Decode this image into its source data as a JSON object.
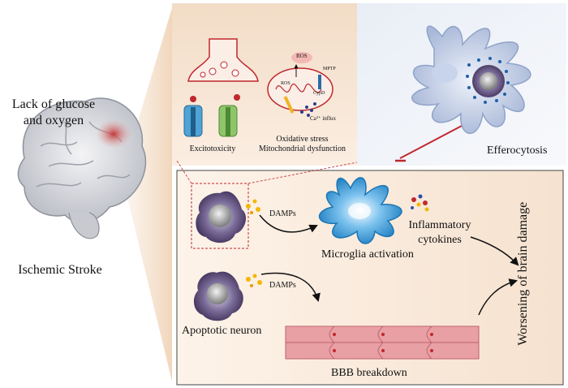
{
  "left": {
    "cause_line1": "Lack of glucose",
    "cause_line2": "and oxygen",
    "stroke": "Ischemic Stroke"
  },
  "top_panel": {
    "excitotoxicity": "Excitotoxicity",
    "oxidative_stress": "Oxidative stress",
    "mito_dysfunction": "Mitochondrial dysfunction",
    "ros": "ROS",
    "mptp": "MPTP",
    "cyd": "CypD",
    "ros_small": "ROS",
    "ca_influx": "Ca²⁺ influx"
  },
  "efferocytosis": "Efferocytosis",
  "main_panel": {
    "damps_1": "DAMPs",
    "damps_2": "DAMPs",
    "microglia": "Microglia activation",
    "cytokines_line1": "Inflammatory",
    "cytokines_line2": "cytokines",
    "apoptotic": "Apoptotic neuron",
    "bbb": "BBB breakdown",
    "outcome": "Worsening of brain damage"
  },
  "colors": {
    "panel_bg": "#f7e6d6",
    "panel_light": "#fdf4ec",
    "microglia": "#2a8fd0",
    "neuron_dark": "#4a3c63",
    "inhibit": "#c0282d",
    "vessel": "#e8a0a4"
  }
}
